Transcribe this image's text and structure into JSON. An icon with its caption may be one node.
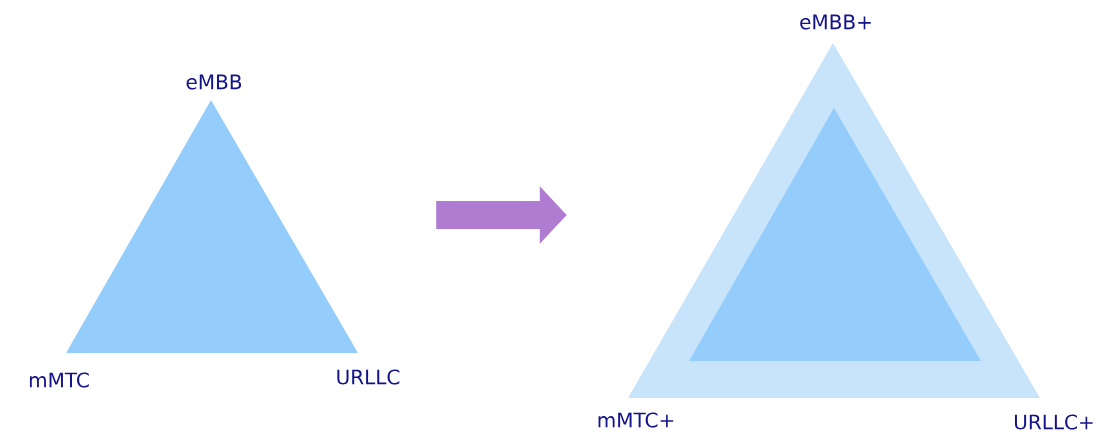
{
  "diagram": {
    "nodes": [
      {
        "text": [],
        "shape": "triangle",
        "beside": [
          "eMBB",
          "mMTC",
          "URLLC"
        ]
      },
      {
        "text": [],
        "shape": "triangle",
        "beside": [
          "eMBB+",
          "mMTC+",
          "URLLC+"
        ]
      },
      {
        "text": [],
        "shape": "triangle",
        "in": 1
      }
    ],
    "edges": [
      {
        "from": 0,
        "to": 1,
        "arrow": "to",
        "color": "#b07cd2"
      }
    ]
  }
}
